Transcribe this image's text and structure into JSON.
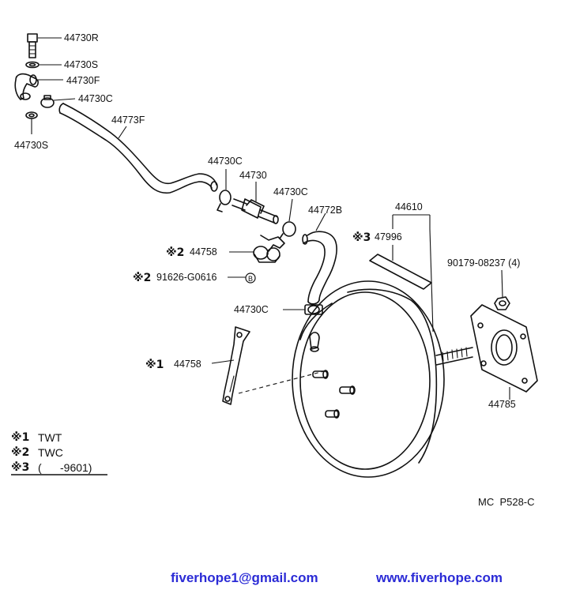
{
  "labels": {
    "p44730R": "44730R",
    "p44730S_top": "44730S",
    "p44730F": "44730F",
    "p44730C_top": "44730C",
    "p44730S_left": "44730S",
    "p44773F": "44773F",
    "p44730C_mid": "44730C",
    "p44730": "44730",
    "p44730C_right": "44730C",
    "p44772B": "44772B",
    "p44610": "44610",
    "p47996": "47996",
    "p90179": "90179-08237 (4)",
    "p44758_clip": "44758",
    "p91626": "91626-G0616",
    "p44730C_low": "44730C",
    "p44758_bracket": "44758",
    "p44785": "44785"
  },
  "marks": {
    "m3_47996": "※3",
    "m2_44758": "※2",
    "m2_91626": "※2",
    "m1_44758": "※1"
  },
  "bolt_marker": "B",
  "legend": {
    "row1_mark": "※1",
    "row1_text": "TWT",
    "row2_mark": "※2",
    "row2_text": "TWC",
    "row3_mark": "※3",
    "row3_text": "(      -9601)"
  },
  "figure_code": "MC  P528-C",
  "footer": {
    "email": "fiverhope1@gmail.com",
    "website": "www.fiverhope.com"
  },
  "colors": {
    "ink": "#111111",
    "footer_text": "#2b2bd6",
    "background": "#ffffff"
  }
}
